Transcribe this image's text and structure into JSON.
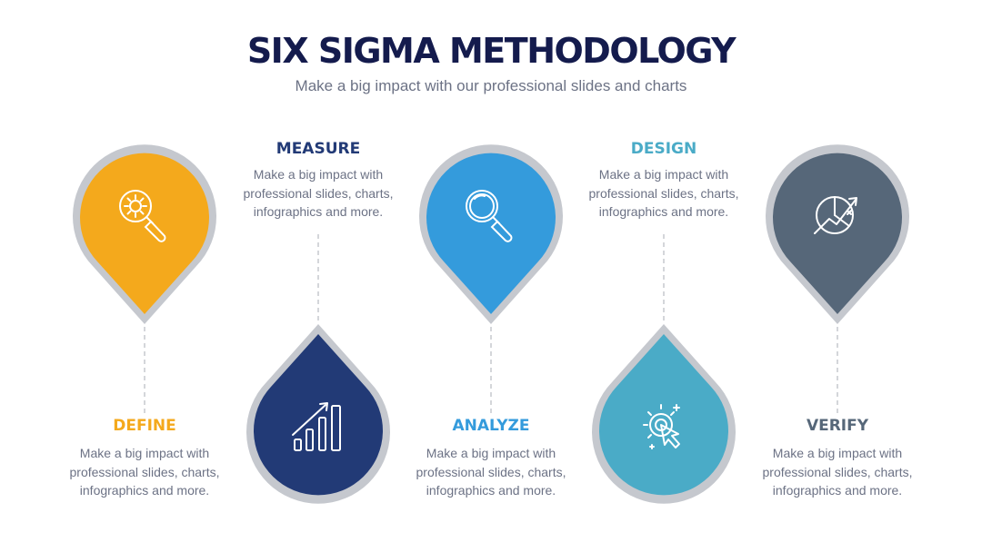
{
  "header": {
    "title": "SIX SIGMA METHODOLOGY",
    "subtitle": "Make a big impact with our professional slides and charts"
  },
  "steps": [
    {
      "title": "DEFINE",
      "desc": "Make a big impact with professional slides, charts, infographics and more.",
      "color": "#f4a91c",
      "icon": "gear-magnifier-icon"
    },
    {
      "title": "MEASURE",
      "desc": "Make a big impact with professional slides, charts, infographics and more.",
      "color": "#223a76",
      "icon": "bar-chart-growth-icon"
    },
    {
      "title": "ANALYZE",
      "desc": "Make a big impact with professional slides, charts, infographics and more.",
      "color": "#349bdc",
      "icon": "magnifier-icon"
    },
    {
      "title": "DESIGN",
      "desc": "Make a big impact with professional slides, charts, infographics and more.",
      "color": "#4aabc7",
      "icon": "click-cursor-icon"
    },
    {
      "title": "VERIFY",
      "desc": "Make a big impact with professional slides, charts, infographics and more.",
      "color": "#566779",
      "icon": "pie-chart-growth-icon"
    }
  ],
  "colors": {
    "title": "#141b4d",
    "text": "#6c7285",
    "pin_border": "#c5c8ce",
    "connector": "#c5c8ce"
  }
}
